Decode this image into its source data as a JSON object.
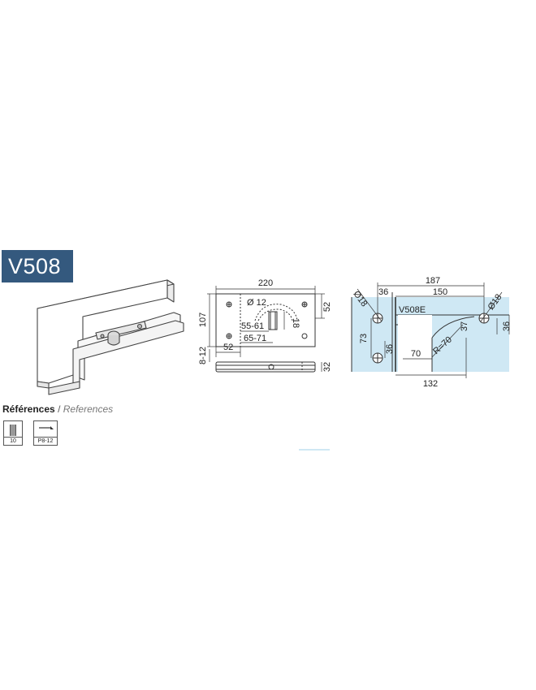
{
  "product": {
    "code": "V508"
  },
  "drawing": {
    "front": {
      "overall_width": "220",
      "height": "107",
      "right_offset": "52",
      "hole_dia": "Ø 12",
      "slot_range": "55-61",
      "hole_height": "18",
      "inner_offset": "65-71",
      "left_offset": "52",
      "glass_thickness": "8-12",
      "depth": "32"
    },
    "plan": {
      "overall_width": "187",
      "edge_offset": "36",
      "inner_width": "150",
      "hole_dia_left": "Ø18",
      "hole_dia_right": "Ø18",
      "variant_label": "V508E",
      "vertical_pitch": "73",
      "left_hole_offset": "36",
      "radius": "R=70",
      "right_hole_offset": "37",
      "right_height": "36",
      "inner_depth": "70",
      "overall_depth": "132"
    }
  },
  "references": {
    "label_fr": "Références",
    "separator": "/",
    "label_en": "References",
    "items": [
      {
        "caption": "10",
        "icon": "package-icon"
      },
      {
        "caption": "P8-12",
        "icon": "glass-thickness-icon"
      }
    ]
  },
  "colors": {
    "badge": "#34597e",
    "plan_fill": "#cfe8f4"
  }
}
